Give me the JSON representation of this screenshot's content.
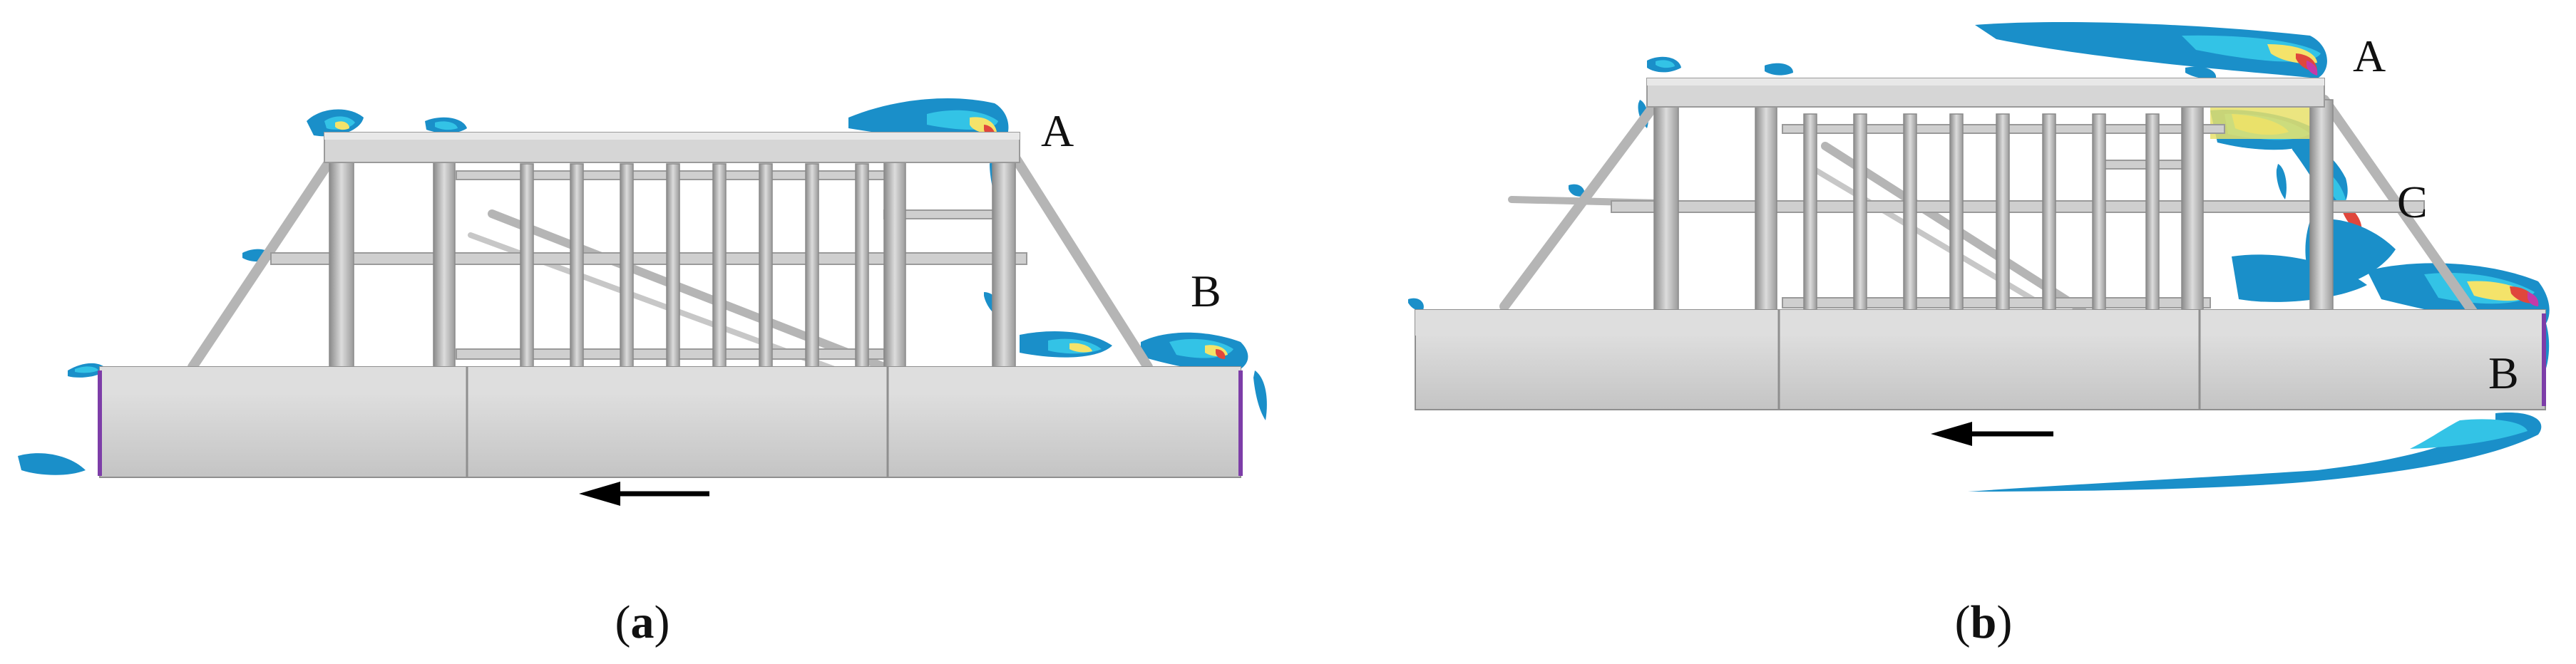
{
  "panels": [
    {
      "id": "a",
      "caption_open": "(",
      "caption_letter": "a",
      "caption_close": ")",
      "points": [
        "A",
        "B"
      ]
    },
    {
      "id": "b",
      "caption_open": "(",
      "caption_letter": "b",
      "caption_close": ")",
      "points": [
        "A",
        "C",
        "B"
      ]
    }
  ],
  "colors": {
    "structure": "#d0d0d0",
    "structure_dark": "#7f7f7f",
    "contour_blue": "#1a8fc9",
    "contour_cyan": "#33c3e6",
    "contour_yellow": "#f4e36a",
    "contour_red": "#e0473c",
    "contour_magenta": "#c43aa8",
    "arrow": "#000000"
  }
}
